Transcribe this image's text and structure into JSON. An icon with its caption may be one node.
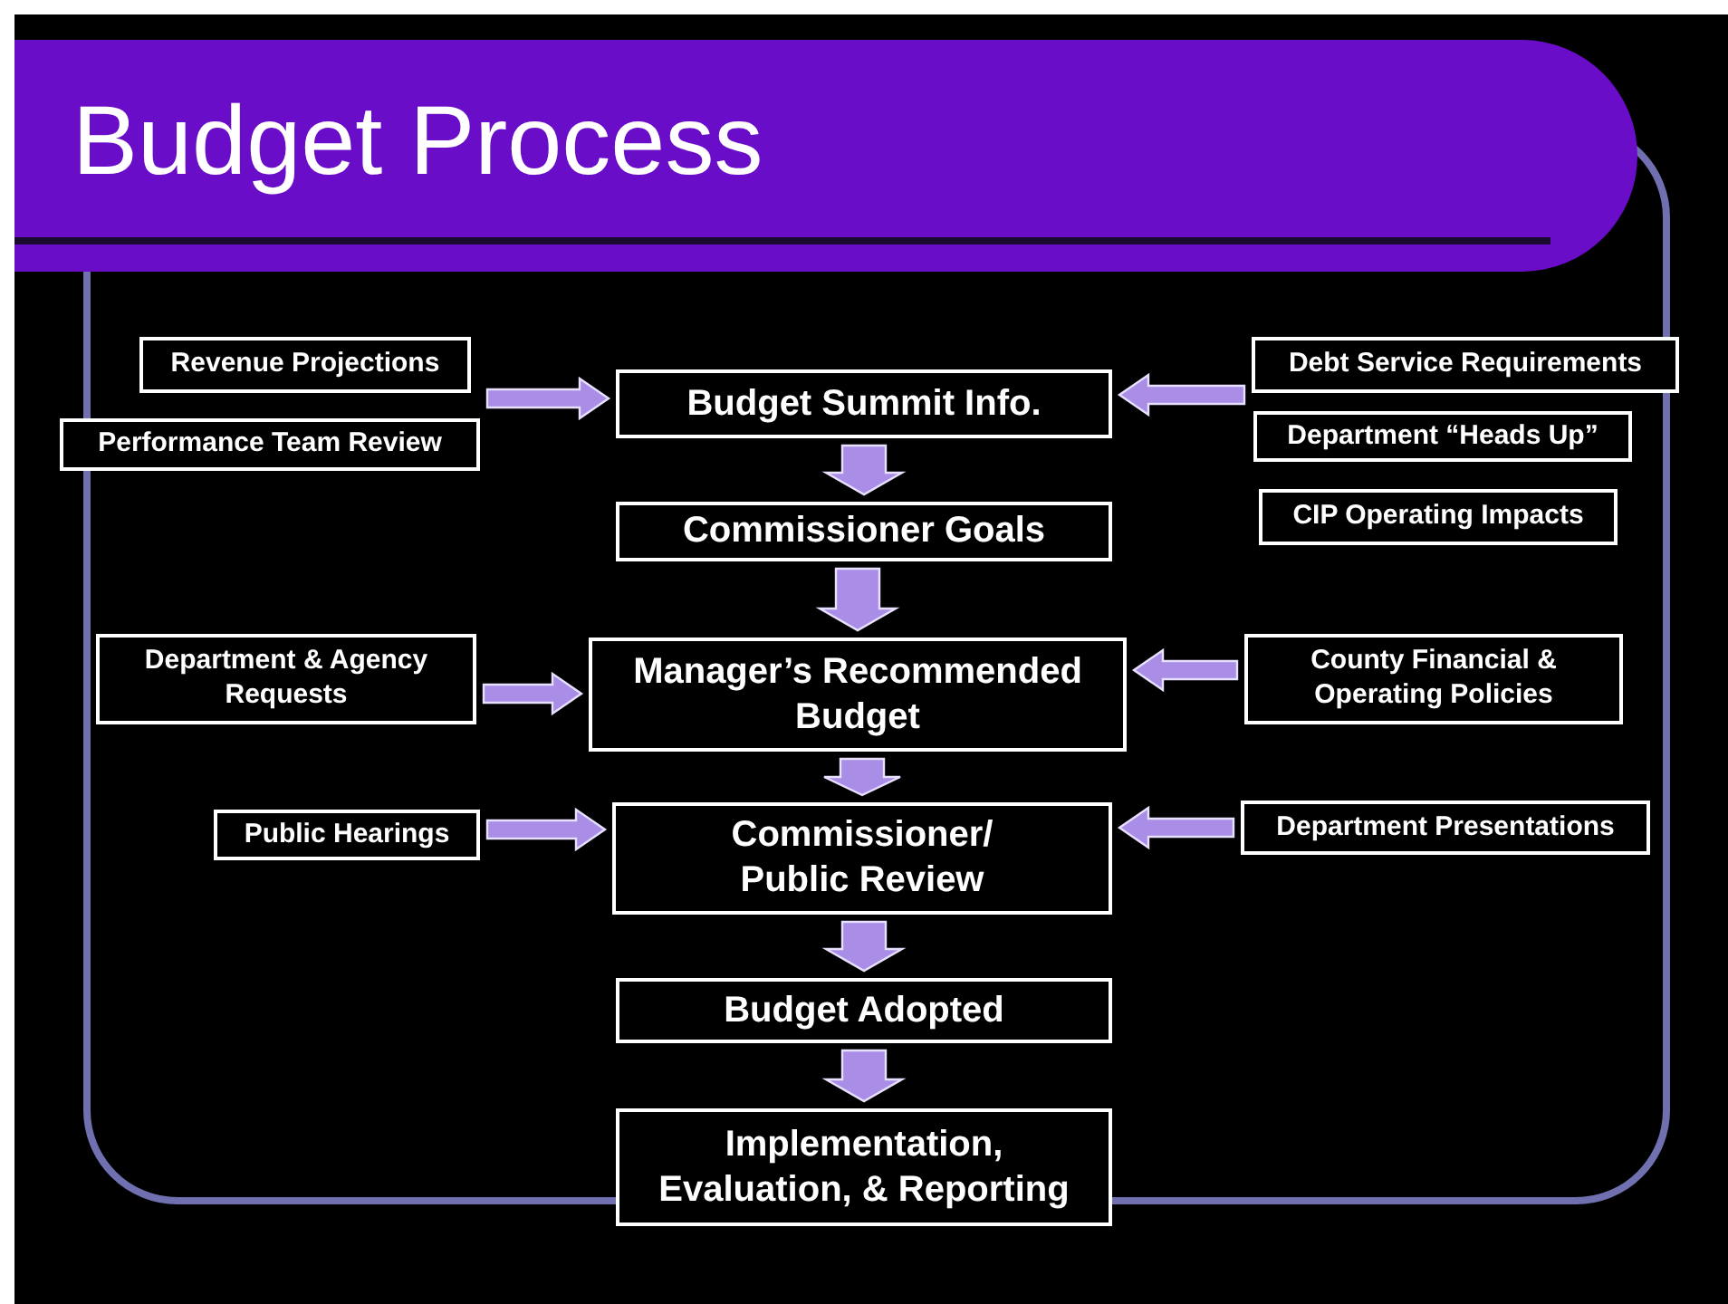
{
  "diagram": {
    "title": "Budget Process",
    "nodes": [
      {
        "text": [
          "Revenue Projections"
        ]
      },
      {
        "text": [
          "Budget Summit Info."
        ]
      },
      {
        "text": [
          "Debt Service Requirements"
        ]
      },
      {
        "text": [
          "Performance Team  Review"
        ]
      },
      {
        "text": [
          "Department “Heads Up”"
        ]
      },
      {
        "text": [
          "Commissioner Goals"
        ]
      },
      {
        "text": [
          "CIP Operating Impacts"
        ]
      },
      {
        "text": [
          "Department & Agency Requests"
        ]
      },
      {
        "text": [
          "Manager’s Recommended Budget"
        ]
      },
      {
        "text": [
          "County Financial & Operating Policies"
        ]
      },
      {
        "text": [
          "Public Hearings"
        ]
      },
      {
        "text": [
          "Commissioner/ Public Review"
        ]
      },
      {
        "text": [
          "Department Presentations"
        ]
      },
      {
        "text": [
          "Budget Adopted"
        ]
      },
      {
        "text": [
          "Implementation, Evaluation, & Reporting"
        ]
      }
    ],
    "edges": [
      {
        "from": 0,
        "to": 1,
        "arrow": "to"
      },
      {
        "from": 3,
        "to": 1,
        "arrow": "to"
      },
      {
        "from": 2,
        "to": 1,
        "arrow": "to"
      },
      {
        "from": 4,
        "to": 1,
        "arrow": "to"
      },
      {
        "from": 6,
        "to": 1,
        "arrow": "to"
      },
      {
        "from": 1,
        "to": 5,
        "arrow": "to"
      },
      {
        "from": 5,
        "to": 8,
        "arrow": "to"
      },
      {
        "from": 7,
        "to": 8,
        "arrow": "to"
      },
      {
        "from": 9,
        "to": 8,
        "arrow": "to"
      },
      {
        "from": 8,
        "to": 11,
        "arrow": "to"
      },
      {
        "from": 10,
        "to": 11,
        "arrow": "to"
      },
      {
        "from": 12,
        "to": 11,
        "arrow": "to"
      },
      {
        "from": 11,
        "to": 13,
        "arrow": "to"
      },
      {
        "from": 13,
        "to": 14,
        "arrow": "to"
      }
    ]
  }
}
